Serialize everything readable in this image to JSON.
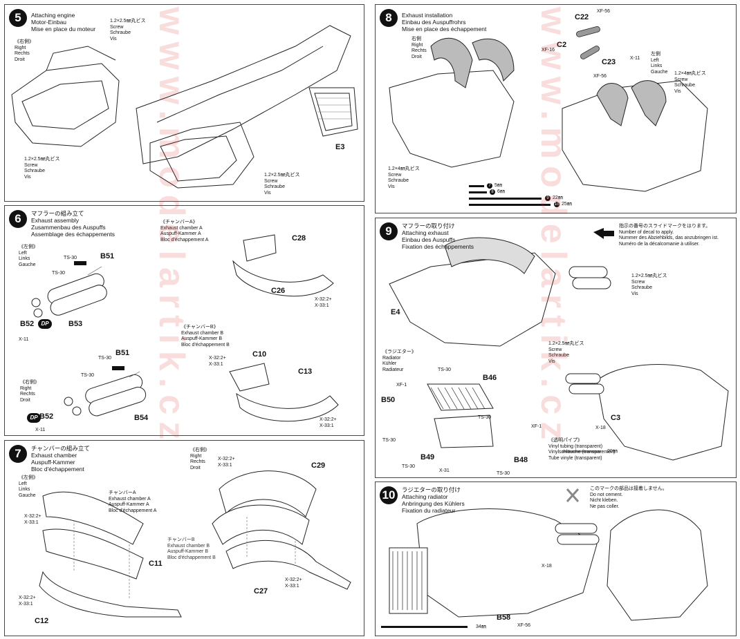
{
  "step5": {
    "num": "5",
    "title": "Attaching engine\nMotor-Einbau\nMise en place du moteur",
    "side": "《右側》\nRight\nRechts\nDroit",
    "screw1": "1.2×2.5㎜丸ビス\nScrew\nSchraube\nVis",
    "screw2": "1.2×2.5㎜丸ビス\nScrew\nSchraube\nVis",
    "screw3": "1.2×2.5㎜丸ビス\nScrew\nSchraube\nVis",
    "part": "E3"
  },
  "step6": {
    "num": "6",
    "title": "マフラーの組み立て\nExhaust assembly\nZusammenbau des Auspuffs\nAssemblage des échappements",
    "leftside": "《左側》\nLeft\nLinks\nGauche",
    "rightside": "《右側》\nRight\nRechts\nDroit",
    "chamberA": "《チャンバーA》\nExhaust chamber A\nAuspuff-Kammer A\nBloc d'échappement A",
    "chamberB": "《チャンバーB》\nExhaust chamber B\nAuspuff-Kammer B\nBloc d'échappement B",
    "parts": {
      "b51": "B51",
      "b52": "B52",
      "b53": "B53",
      "b54": "B54",
      "c28": "C28",
      "c26": "C26",
      "c10": "C10",
      "c13": "C13",
      "dp": "DP"
    },
    "paint": {
      "ts30": "TS-30",
      "x11": "X-11",
      "x32": "X-32:2+\nX-33:1"
    }
  },
  "step7": {
    "num": "7",
    "title": "チャンバーの組み立て\nExhaust chamber\nAuspuff-Kammer\nBloc d'échappement",
    "leftside": "《左側》\nLeft\nLinks\nGauche",
    "rightside": "《右側》\nRight\nRechts\nDroit",
    "chamberA": "チャンバーA\nExhaust chamber A\nAuspuff-Kammer A\nBloc d'échappement A",
    "chamberB": "チャンバーB\nExhaust chamber B\nAuspuff-Kammer B\nBloc d'échappement B",
    "parts": {
      "c11": "C11",
      "c12": "C12",
      "c27": "C27",
      "c29": "C29"
    },
    "paint": "X-32:2+\nX-33:1"
  },
  "step8": {
    "num": "8",
    "title": "Exhaust installation\nEinbau des Auspuffrohrs\nMise en place des échappement",
    "right": "右側\nRight\nRechts\nDroit",
    "left": "左側\nLeft\nLinks\nGauche",
    "screw1": "1.2×4㎜丸ビス\nScrew\nSchraube\nVis",
    "screw2": "1.2×4㎜丸ビス\nScrew\nSchraube\nVis",
    "parts": {
      "c22": "C22",
      "c2": "C2",
      "c23": "C23",
      "xf56a": "XF-56",
      "xf56b": "XF-56",
      "xf16": "XF-16",
      "x11": "X-11"
    },
    "legend": [
      {
        "n": "7",
        "len": "5㎜"
      },
      {
        "n": "8",
        "len": "6㎜"
      },
      {
        "n": "9",
        "len": "22㎜"
      },
      {
        "n": "10",
        "len": "25㎜"
      }
    ]
  },
  "step9": {
    "num": "9",
    "title": "マフラーの取り付け\nAttaching exhaust\nEinbau des Auspuffs\nFixation des échappements",
    "decal": "指示の番号のスライドマークをはります。\nNumber of decal to apply.\nNummer des Abziehbilds, das anzubringen ist.\nNuméro de la décalcomanie à utiliser.",
    "screw1": "1.2×2.5㎜丸ビス\nScrew\nSchraube\nVis",
    "screw2": "1.2×2.5㎜丸ビス\nScrew\nSchraube\nVis",
    "radiator": "《ラジエター》\nRadiator\nKühler\nRadiateur",
    "tubing": "《透明パイプ》\nVinyl tubing (transparent)\nVinylschläuche (transparenten)\nTube vinyle (transparent)",
    "tubelen": "20㎜",
    "parts": {
      "e4": "E4",
      "b46": "B46",
      "b50": "B50",
      "b49": "B49",
      "b48": "B48",
      "c3": "C3"
    },
    "paint": {
      "ts30": "TS-30",
      "xf1": "XF-1",
      "x31": "X-31",
      "x18": "X-18"
    }
  },
  "step10": {
    "num": "10",
    "title": "ラジエターの取り付け\nAttaching radiator\nAnbringung des Kühlers\nFixation du radiateur",
    "nocement": "このマークの部品は接着しません。\nDo not cement.\nNicht kleben.\nNe pas coller.",
    "parts": {
      "b58": "B58",
      "x18": "X-18",
      "xf56": "XF-56"
    },
    "tubelen": "34㎜"
  },
  "watermark": {
    "left": "www.modelartik.cz",
    "right": "www.modelartik.cz"
  }
}
